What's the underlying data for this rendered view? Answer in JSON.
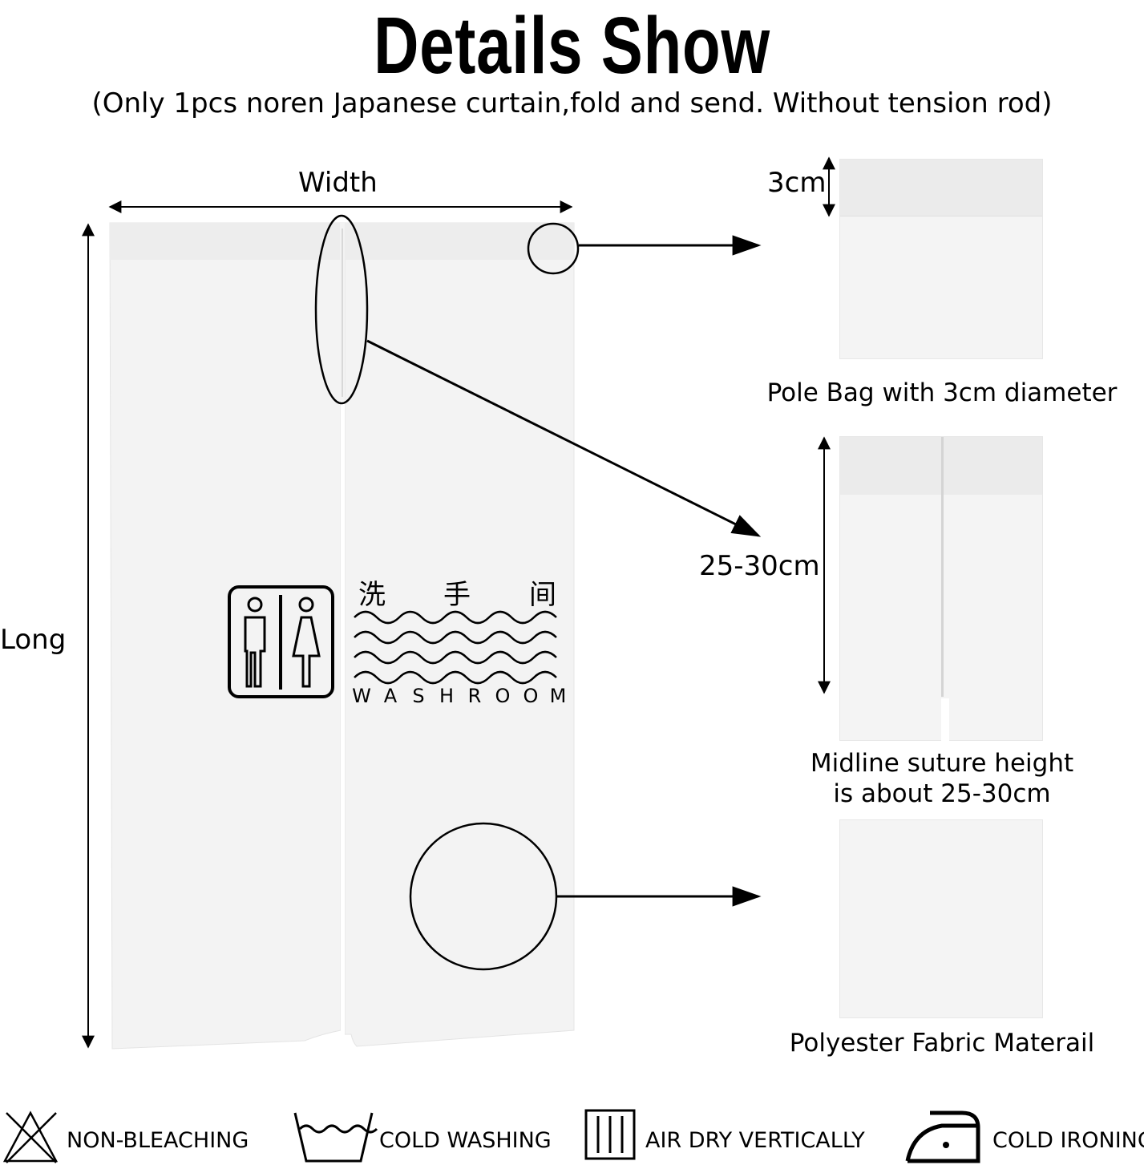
{
  "header": {
    "title": "Details Show",
    "subtitle": "(Only 1pcs noren Japanese curtain,fold and send. Without tension rod)"
  },
  "dimensions": {
    "width_label": "Width",
    "long_label": "Long",
    "pole_size": "3cm",
    "suture_size": "25-30cm"
  },
  "curtain": {
    "chinese_chars": [
      "洗",
      "手",
      "间"
    ],
    "washroom_letters": [
      "W",
      "A",
      "S",
      "H",
      "R",
      "O",
      "O",
      "M"
    ]
  },
  "details": {
    "pole_caption": "Pole Bag with 3cm diameter",
    "suture_caption_line1": "Midline suture height",
    "suture_caption_line2": "is about 25-30cm",
    "fabric_caption": "Polyester Fabric Materail"
  },
  "care": [
    {
      "label": "NON-BLEACHING",
      "icon": "non-bleaching-icon"
    },
    {
      "label": "COLD WASHING",
      "icon": "cold-washing-icon"
    },
    {
      "label": "AIR DRY VERTICALLY",
      "icon": "air-dry-vertically-icon"
    },
    {
      "label": "COLD IRONING",
      "icon": "cold-ironing-icon"
    }
  ],
  "colors": {
    "fabric": "#f3f3f3",
    "ink": "#000000"
  }
}
